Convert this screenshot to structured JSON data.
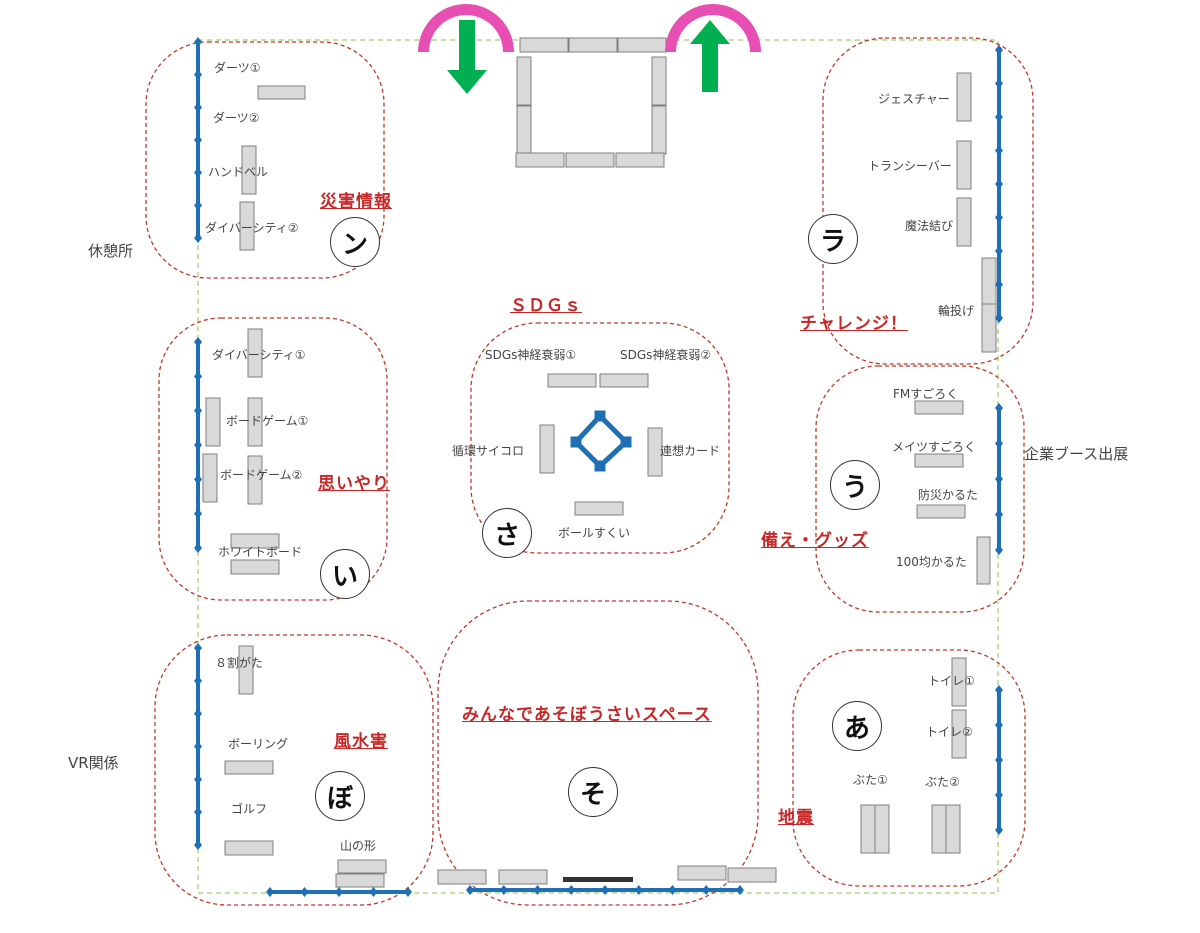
{
  "side_labels": {
    "rest": "休憩所",
    "vr": "VR関係",
    "company": "企業ブース出展"
  },
  "zones": {
    "n": {
      "circle": "ン",
      "category": "災害情報",
      "items": [
        "ダーツ①",
        "ダーツ②",
        "ハンドベル",
        "ダイバーシティ②"
      ]
    },
    "i": {
      "circle": "い",
      "category": "思いやり",
      "items": [
        "ダイバーシティ①",
        "ボードゲーム①",
        "ボードゲーム②",
        "ホワイトボード"
      ]
    },
    "bo": {
      "circle": "ぼ",
      "category": "風水害",
      "items": [
        "８割がた",
        "ボーリング",
        "ゴルフ",
        "山の形"
      ]
    },
    "sa": {
      "circle": "さ",
      "category": "ＳＤＧｓ",
      "items": [
        "SDGs神経衰弱①",
        "SDGs神経衰弱②",
        "循環サイコロ",
        "連想カード",
        "ボールすくい"
      ]
    },
    "so": {
      "circle": "そ",
      "category": "みんなであそぼうさいスペース",
      "items": []
    },
    "ra": {
      "circle": "ラ",
      "category": "チャレンジ！",
      "items": [
        "ジェスチャー",
        "トランシーバー",
        "魔法結び",
        "輪投げ"
      ]
    },
    "u": {
      "circle": "う",
      "category": "備え・グッズ",
      "items": [
        "FMすごろく",
        "メイツすごろく",
        "防災かるた",
        "100均かるた"
      ]
    },
    "a": {
      "circle": "あ",
      "category": "地震",
      "items": [
        "トイレ①",
        "トイレ②",
        "ぶた①",
        "ぶた②"
      ]
    }
  },
  "colors": {
    "zone_border": "#c0392b",
    "category_text": "#c62828",
    "wall": "#1f6fb5",
    "boundary": "#8bc34a",
    "entrance_arch": "#e84fb3",
    "arrow": "#00b050",
    "table_fill": "#d9d9d9",
    "table_border": "#7f7f7f"
  },
  "icons": {
    "entrance_in": "down-arrow-icon",
    "exit_out": "up-arrow-icon"
  }
}
